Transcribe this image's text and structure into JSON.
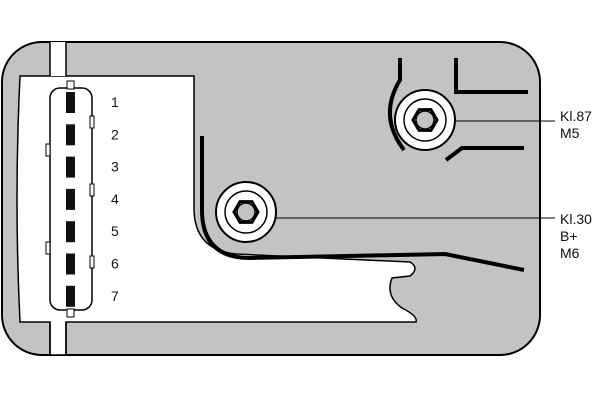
{
  "diagram": {
    "connector_pins": [
      "1",
      "2",
      "3",
      "4",
      "5",
      "6",
      "7"
    ],
    "terminals": [
      {
        "id": "kl87",
        "lines": [
          "Kl.87",
          "M5"
        ]
      },
      {
        "id": "kl30",
        "lines": [
          "Kl.30",
          "B+",
          "M6"
        ]
      }
    ],
    "colors": {
      "housing_fill": "#c3c3c3",
      "outline": "#000000",
      "cutout": "#ffffff",
      "pin": "#111111"
    }
  }
}
